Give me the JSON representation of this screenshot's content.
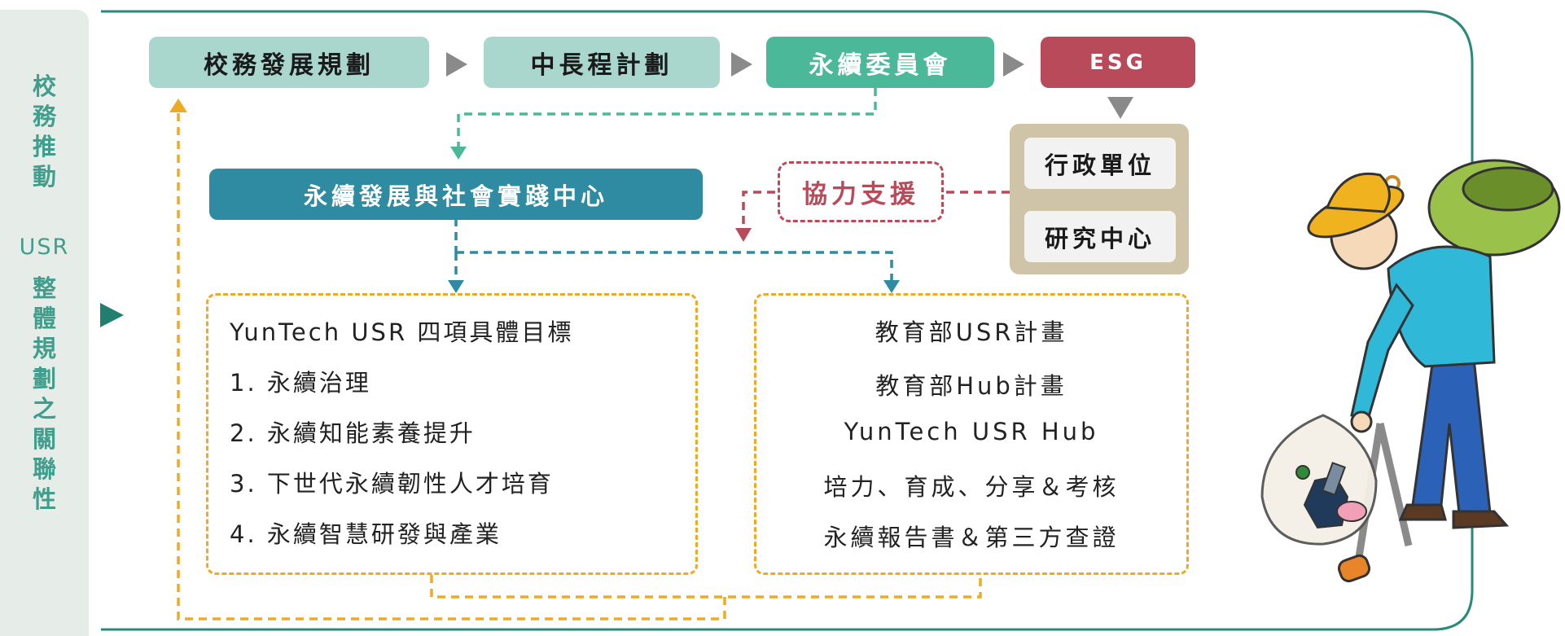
{
  "sidebar": {
    "chars_top": [
      "校",
      "務",
      "推",
      "動"
    ],
    "usr": "USR",
    "chars_bottom": [
      "整",
      "體",
      "規",
      "劃",
      "之",
      "關",
      "聯",
      "性"
    ]
  },
  "flow": {
    "step1": "校務發展規劃",
    "step2": "中長程計劃",
    "step3": "永續委員會",
    "step4": "ESG"
  },
  "center_box": "永續發展與社會實踐中心",
  "support_label": "協力支援",
  "units": [
    "行政單位",
    "研究中心"
  ],
  "goals": {
    "title": "YunTech USR  四項具體目標",
    "items": [
      "1. 永續治理",
      "2. 永續知能素養提升",
      "3. 下世代永續韌性人才培育",
      "4. 永續智慧研發與產業"
    ]
  },
  "programs": [
    "教育部USR計畫",
    "教育部Hub計畫",
    "YunTech USR Hub",
    "培力、育成、分享＆考核",
    "永續報告書＆第三方查證"
  ],
  "colors": {
    "light_teal": "#a9d6cd",
    "green": "#4cb89a",
    "esg_red": "#b84a5a",
    "center_teal": "#2f8ba1",
    "orange_dashed": "#eeaa22",
    "support_pink": "#b84a5a",
    "unit_panel": "#cfc3a8",
    "sidebar_text": "#3f9e8c"
  }
}
